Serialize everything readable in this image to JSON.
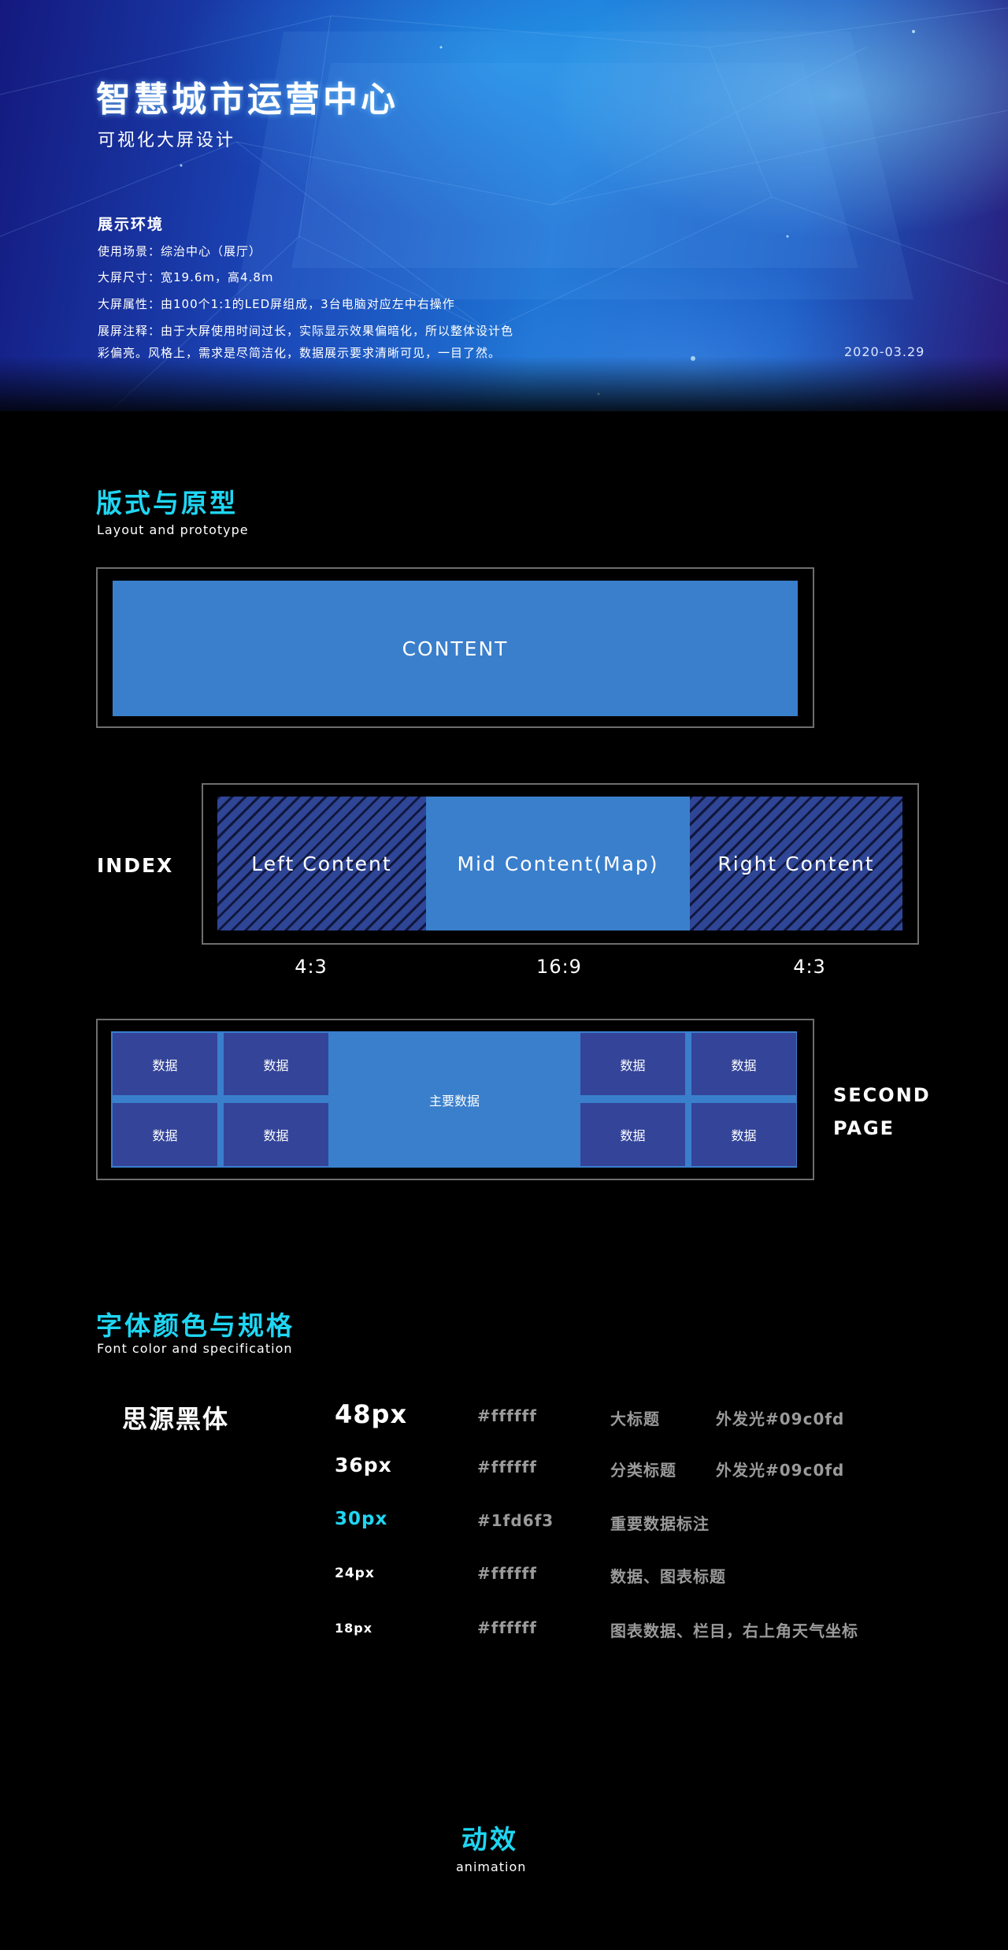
{
  "banner": {
    "title": "智慧城市运营中心",
    "subtitle": "可视化大屏设计",
    "env_heading": "展示环境",
    "env_lines": [
      "使用场景：综治中心（展厅）",
      "大屏尺寸：宽19.6m，高4.8m",
      "大屏属性：由100个1:1的LED屏组成，3台电脑对应左中右操作",
      "展屏注释：由于大屏使用时间过长，实际显示效果偏暗化，所以整体设计色",
      "彩偏亮。风格上，需求是尽简洁化，数据展示要求清晰可见，一目了然。"
    ],
    "date": "2020-03.29"
  },
  "layout_section": {
    "title": "版式与原型",
    "subtitle": "Layout and prototype",
    "content_label": "CONTENT",
    "index_label": "INDEX",
    "index_panels": [
      "Left Content",
      "Mid Content(Map)",
      "Right Content"
    ],
    "ratios": [
      "4:3",
      "16:9",
      "4:3"
    ],
    "second_page_label_lines": [
      "SECOND",
      "PAGE"
    ],
    "second_page_cell_label": "数据",
    "second_page_main_label": "主要数据"
  },
  "font_section": {
    "title": "字体颜色与规格",
    "subtitle": "Font color and specification",
    "font_name": "思源黑体",
    "specs": [
      {
        "size": "48px",
        "color": "#ffffff",
        "usage": "大标题",
        "note": "外发光#09c0fd",
        "display_color": "#ffffff"
      },
      {
        "size": "36px",
        "color": "#ffffff",
        "usage": "分类标题",
        "note": "外发光#09c0fd",
        "display_color": "#ffffff"
      },
      {
        "size": "30px",
        "color": "#1fd6f3",
        "usage": "重要数据标注",
        "note": "",
        "display_color": "#1fd6f3"
      },
      {
        "size": "24px",
        "color": "#ffffff",
        "usage": "数据、图表标题",
        "note": "",
        "display_color": "#ffffff"
      },
      {
        "size": "18px",
        "color": "#ffffff",
        "usage": "图表数据、栏目，右上角天气坐标",
        "note": "",
        "display_color": "#ffffff"
      }
    ]
  },
  "animation_section": {
    "title": "动效",
    "subtitle": "animation"
  },
  "colors": {
    "accent": "#1fd6f3",
    "content_blue": "#3a7fcc",
    "data_navy": "#334499",
    "background": "#000000"
  }
}
